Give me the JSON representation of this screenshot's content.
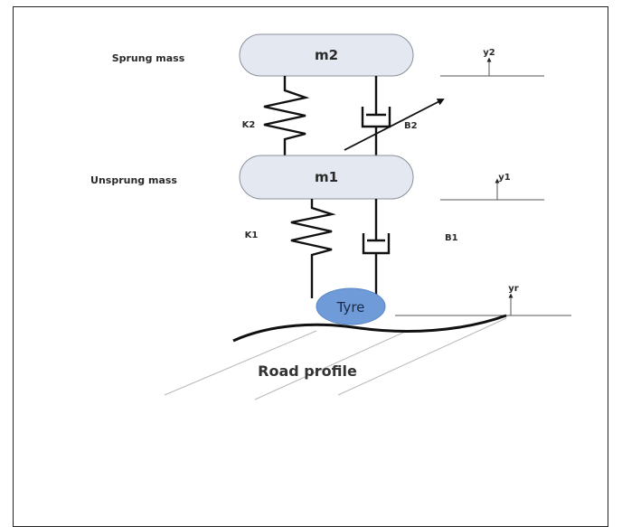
{
  "sprung_mass": {
    "side_label": "Sprung mass",
    "mass_label": "m2"
  },
  "unsprung_mass": {
    "side_label": "Unsprung mass",
    "mass_label": "m1"
  },
  "upper_suspension": {
    "spring_label": "K2",
    "damper_label": "B2",
    "damper_adjustable": true
  },
  "lower_suspension": {
    "spring_label": "K1",
    "damper_label": "B1",
    "damper_adjustable": false
  },
  "displacements": {
    "y2": "y2",
    "y1": "y1",
    "yr": "yr"
  },
  "tyre": {
    "label": "Tyre",
    "color": "#6f9bd9"
  },
  "road": {
    "label": "Road profile"
  },
  "colors": {
    "mass_fill": "#e4e8f1",
    "line": "#111111",
    "hatch": "#b8b8b8"
  }
}
